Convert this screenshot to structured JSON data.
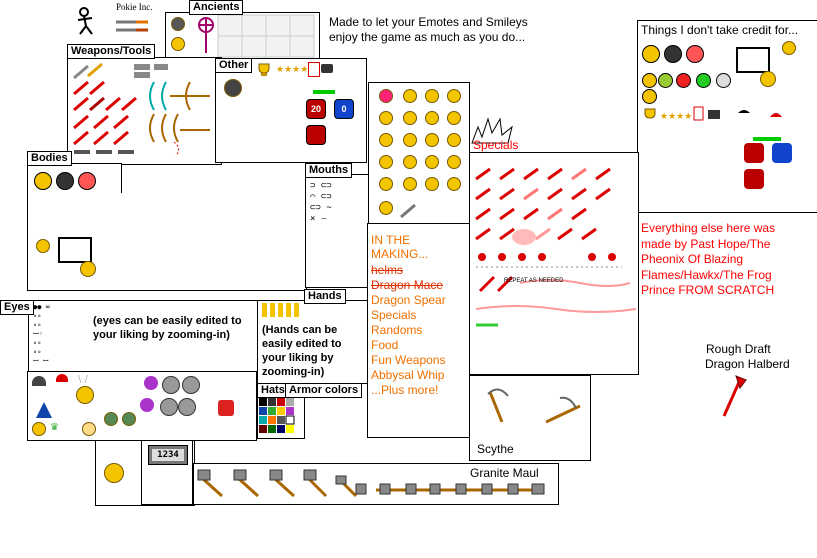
{
  "intro": {
    "line1": "Made to let your Emotes and Smileys",
    "line2": "enjoy the game as much as you do..."
  },
  "logo": {
    "text": "Pokie Inc."
  },
  "tabs": {
    "ancients": "Ancients",
    "weapons": "Weapons/Tools",
    "other": "Other",
    "bodies": "Bodies",
    "mouths": "Mouths",
    "eyes": "Eyes",
    "hands": "Hands",
    "hats": "Hats",
    "armor": "Armor colors",
    "specials": "Specials"
  },
  "credits": {
    "title": "Things I don't take credit for..."
  },
  "eyes_note": {
    "line1": "(eyes can be easily edited to",
    "line2": "your liking by zooming-in)"
  },
  "hands_note": {
    "line1": "(Hands can be",
    "line2": "easily edited to",
    "line3": "your liking by",
    "line4": "zooming-in)"
  },
  "in_making": {
    "title": "IN THE MAKING...",
    "items": [
      {
        "label": "helms",
        "struck": true
      },
      {
        "label": "Dragon Mace",
        "struck": true
      },
      {
        "label": "Dragon Spear",
        "struck": false
      },
      {
        "label": "Specials",
        "struck": false
      },
      {
        "label": "Randoms",
        "struck": false
      },
      {
        "label": "Food",
        "struck": false
      },
      {
        "label": "Fun Weapons",
        "struck": false
      },
      {
        "label": "Abbysal Whip",
        "struck": false
      },
      {
        "label": "...Plus more!",
        "struck": false
      }
    ]
  },
  "scratch_note": {
    "line1": "Everything else here was",
    "line2": "made by Past Hope/The",
    "line3": "Pheonix Of Blazing",
    "line4": "Flames/Hawkx/The Frog",
    "line5": "Prince FROM SCRATCH"
  },
  "repeat_note": "REPEAT AS NEEDED",
  "scythe": "Scythe",
  "granite": "Granite Maul",
  "halberd": {
    "line1": "Rough Draft",
    "line2": "Dragon Halberd"
  },
  "counter": "1234",
  "badges": [
    "20",
    "0"
  ],
  "colors": {
    "text_red": "#ff0000",
    "making_orange": "#f07000",
    "smiley": "#f5c400"
  }
}
